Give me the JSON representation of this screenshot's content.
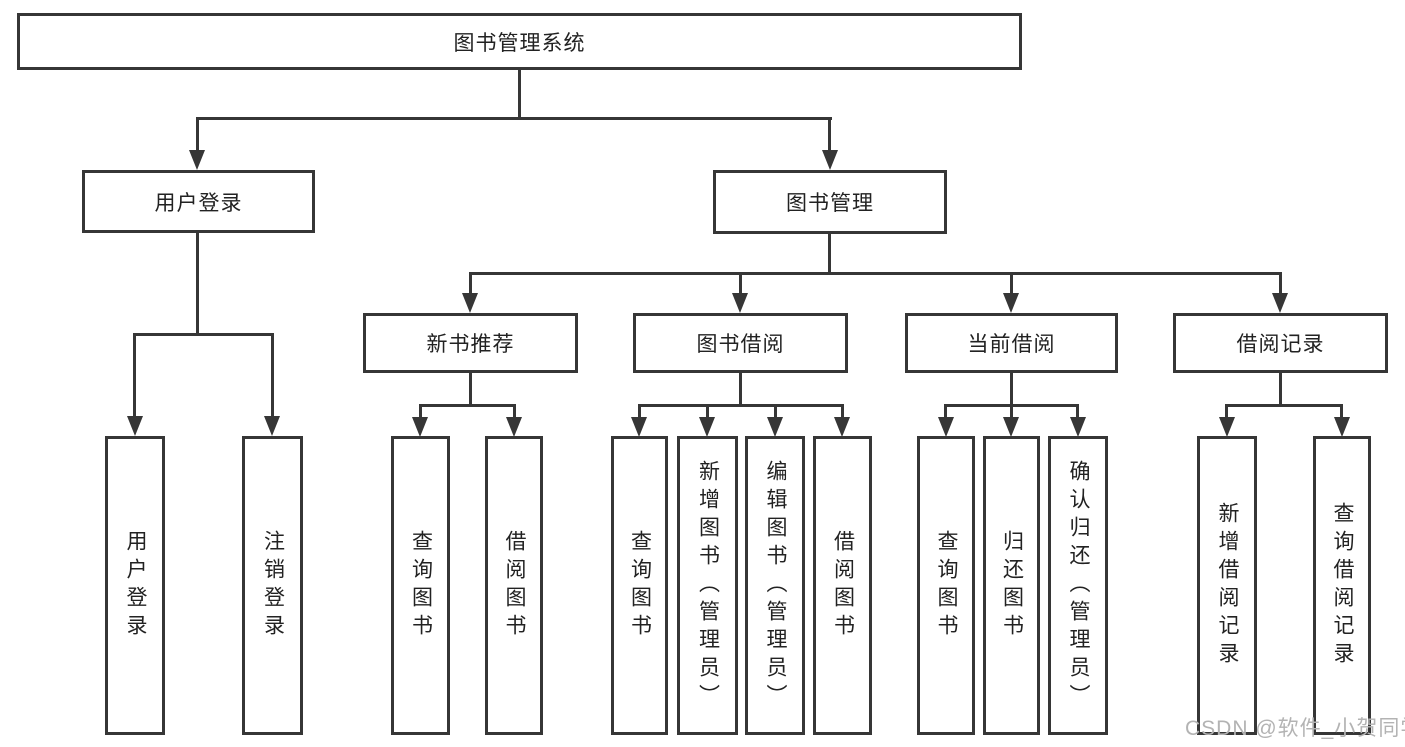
{
  "colors": {
    "line": "#363636",
    "text": "#222222",
    "watermark": "#b3b3b3",
    "background": "#ffffff"
  },
  "diagram": {
    "root": {
      "label": "图书管理系统"
    },
    "level2": {
      "user_login": {
        "label": "用户登录"
      },
      "book_management": {
        "label": "图书管理"
      }
    },
    "level3": {
      "new_book_recommend": {
        "label": "新书推荐"
      },
      "book_borrowing": {
        "label": "图书借阅"
      },
      "current_borrowing": {
        "label": "当前借阅"
      },
      "borrowing_records": {
        "label": "借阅记录"
      }
    },
    "level4": {
      "user_login": {
        "label": "用户登录"
      },
      "logout": {
        "label": "注销登录"
      },
      "nb_query_books": {
        "label": "查询图书"
      },
      "nb_borrow_books": {
        "label": "借阅图书"
      },
      "bb_query_books": {
        "label": "查询图书"
      },
      "bb_add_books_admin": {
        "label": "新增图书（管理员）"
      },
      "bb_edit_books_admin": {
        "label": "编辑图书（管理员）"
      },
      "bb_borrow_books": {
        "label": "借阅图书"
      },
      "cb_query_books": {
        "label": "查询图书"
      },
      "cb_return_books": {
        "label": "归还图书"
      },
      "cb_confirm_return_admin": {
        "label": "确认归还（管理员）"
      },
      "br_add_record": {
        "label": "新增借阅记录"
      },
      "br_query_record": {
        "label": "查询借阅记录"
      }
    },
    "watermark": "CSDN @软件_小贺同学"
  }
}
